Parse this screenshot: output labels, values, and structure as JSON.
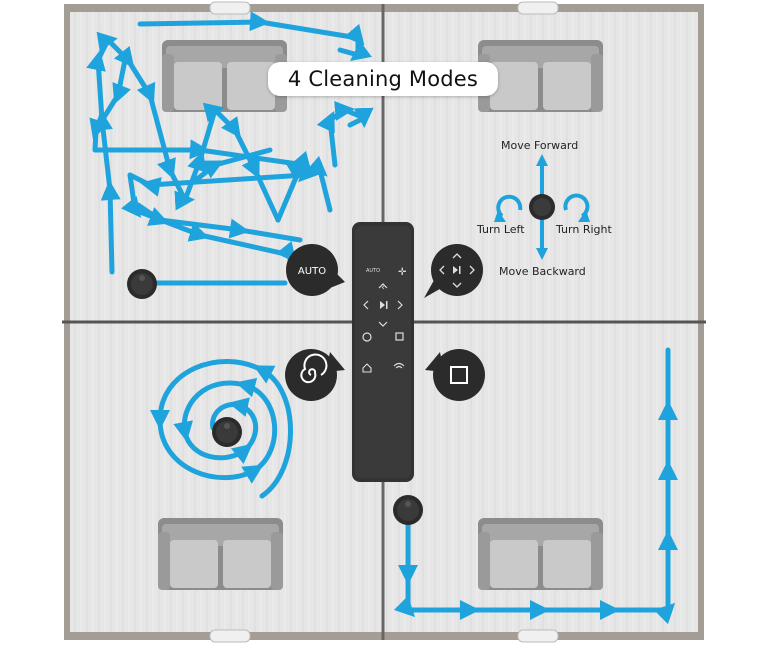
{
  "title": "4 Cleaning Modes",
  "remote": {
    "auto_small": "AUTO",
    "auto_button": "AUTO"
  },
  "directions": {
    "forward": "Move Forward",
    "left": "Turn Left",
    "right": "Turn Right",
    "backward": "Move Backward"
  },
  "colors": {
    "path": "#1fa3dc",
    "floor": "#e4e4e4",
    "wall": "#a49d96",
    "remote": "#333333",
    "robot": "#2b2b2b"
  },
  "icons": [
    "sofa-icon",
    "robot-vacuum-icon",
    "remote-control-icon",
    "spiral-icon",
    "edge-square-icon",
    "direction-pad-icon",
    "home-icon",
    "wifi-icon",
    "rotate-left-icon",
    "rotate-right-icon"
  ]
}
